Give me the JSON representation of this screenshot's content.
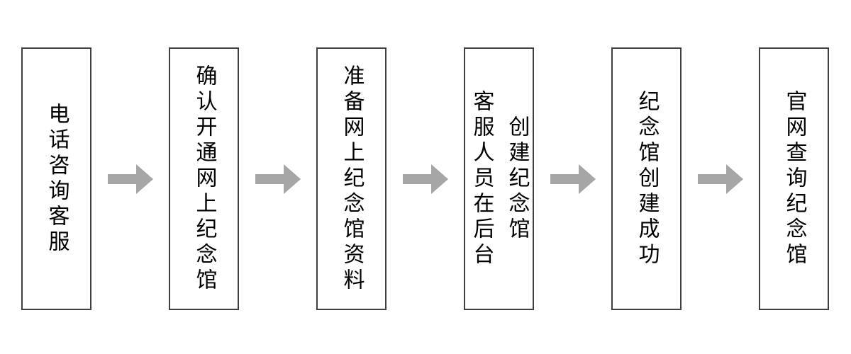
{
  "diagram": {
    "type": "flowchart",
    "direction": "left-to-right",
    "background_color": "#ffffff",
    "box_border_color": "#404040",
    "text_color": "#000000",
    "arrow_color": "#a6a6a6",
    "steps": [
      {
        "label": "电话咨询客服"
      },
      {
        "label": "确认开通网上纪念馆"
      },
      {
        "label": "准备网上纪念馆资料"
      },
      {
        "label": "客服人员在后台\n创建纪念馆"
      },
      {
        "label": "纪念馆创建成功"
      },
      {
        "label": "官网查询纪念馆"
      }
    ]
  }
}
